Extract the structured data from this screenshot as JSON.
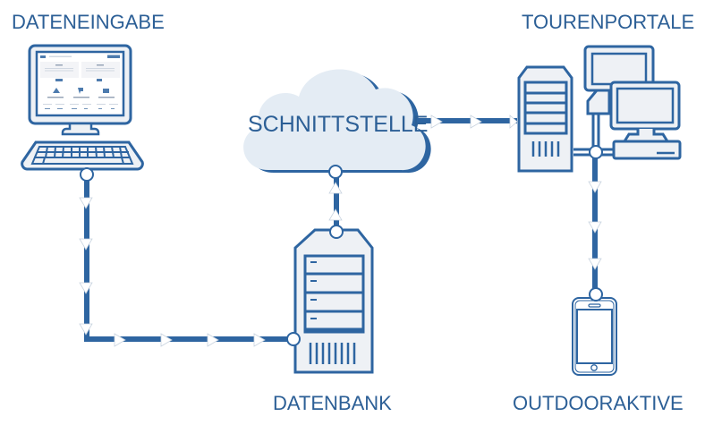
{
  "title": "Datenfluss Tourenportale",
  "colors": {
    "stroke": "#2e65a1",
    "fill_light": "#eef1f5",
    "cloud_fill": "#e4ecf4",
    "label": "#2c5f96",
    "arrow_fill": "#ffffff",
    "background": "#ffffff"
  },
  "nodes": {
    "dateneingabe": {
      "label": "DATENEINGABE",
      "icon": "desktop-computer-icon"
    },
    "schnittstelle": {
      "label": "SCHNITTSTELLE",
      "icon": "cloud-icon"
    },
    "datenbank": {
      "label": "DATENBANK",
      "icon": "database-server-icon"
    },
    "tourenportale": {
      "label": "TOURENPORTALE",
      "icon": "server-with-workstations-icon"
    },
    "outdooraktive": {
      "label": "OUTDOORAKTIVE",
      "icon": "smartphone-icon"
    }
  },
  "edges": [
    {
      "from": "dateneingabe",
      "to": "datenbank",
      "direction": "down-then-right",
      "arrows": 8
    },
    {
      "from": "datenbank",
      "to": "schnittstelle",
      "direction": "up",
      "arrows": 2
    },
    {
      "from": "schnittstelle",
      "to": "tourenportale",
      "direction": "right",
      "arrows": 3
    },
    {
      "from": "tourenportale",
      "to": "outdooraktive",
      "direction": "down",
      "arrows": 3
    }
  ]
}
